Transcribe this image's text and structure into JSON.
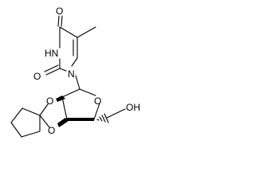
{
  "molecule": {
    "atoms": {
      "o_c4": "O",
      "nh": "HN",
      "o_c2": "O",
      "n1": "N",
      "o_ring_top": "O",
      "o_ring_bottom": "O",
      "o_furanose": "O",
      "oh": "OH"
    }
  }
}
